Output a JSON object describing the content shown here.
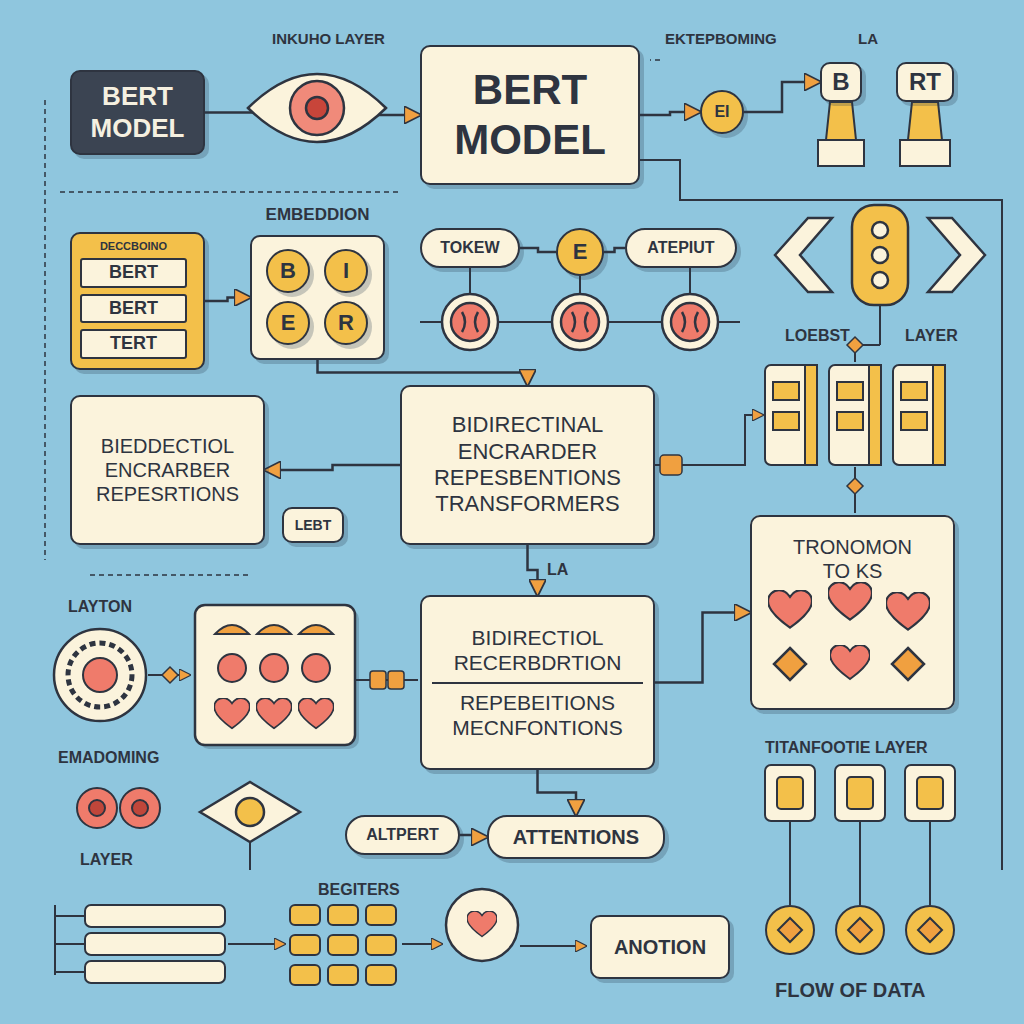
{
  "diagram": {
    "nodes": [
      {
        "text": [
          "BERT MODEL"
        ]
      },
      {
        "text": [
          "BERT MODEL"
        ]
      },
      {
        "text": [
          "EI"
        ]
      },
      {
        "text": [
          "B"
        ]
      },
      {
        "text": [
          "RT"
        ]
      },
      {
        "text": [
          "DECCBOINO",
          "BERT",
          "BERT",
          "TERT"
        ]
      },
      {
        "text": [
          "EMBEDDION"
        ]
      },
      {
        "text": [
          "B"
        ],
        "in": 6
      },
      {
        "text": [
          "I"
        ],
        "in": 6
      },
      {
        "text": [
          "E"
        ],
        "in": 6
      },
      {
        "text": [
          "R"
        ],
        "in": 6
      },
      {
        "text": [
          "TOKEW"
        ]
      },
      {
        "text": [
          "E"
        ]
      },
      {
        "text": [
          "ATEPIUT"
        ]
      },
      {
        "text": [
          "BIEDDECTIOL ENCRARBER REPESRTIONS"
        ]
      },
      {
        "text": [
          "BIDIRECTINAL ENCRARDER REPESBENTIONS TRANSFORMERS"
        ]
      },
      {
        "text": [
          "LEBT"
        ]
      },
      {
        "text": [
          "BIDIRECTIOL RECERBDRTION",
          "REPEBEITIONS MECNFONTIONS"
        ]
      },
      {
        "text": [
          "TRONOMON",
          "TO KS"
        ]
      },
      {
        "text": [
          "ALTPERT"
        ]
      },
      {
        "text": [
          "ATTENTIONS"
        ]
      },
      {
        "text": [
          "ANOTION"
        ]
      }
    ],
    "edges": [
      {
        "from": 0,
        "to": 1,
        "arrow": "to"
      },
      {
        "from": 1,
        "to": 2,
        "arrow": "to"
      },
      {
        "from": 2,
        "to": 3,
        "arrow": "to"
      },
      {
        "from": 5,
        "to": 6,
        "arrow": "to"
      },
      {
        "from": 6,
        "to": 15,
        "arrow": "to"
      },
      {
        "from": 15,
        "to": 14,
        "arrow": "to"
      },
      {
        "from": 15,
        "to": 17,
        "arrow": "to"
      },
      {
        "from": 17,
        "to": 20,
        "arrow": "to"
      },
      {
        "from": 17,
        "to": 18,
        "arrow": "to"
      },
      {
        "from": 11,
        "to": 12,
        "arrow": "none"
      },
      {
        "from": 12,
        "to": 13,
        "arrow": "none"
      },
      {
        "from": 19,
        "to": 20,
        "arrow": "to"
      }
    ],
    "labels": [
      "INKUHO LAYER",
      "EKTEPBOMING",
      "LA",
      "LOEBST",
      "LAYER",
      "LA",
      "LAYTON",
      "EMADOMING",
      "LAYER",
      "TITANFOOTIE LAYER",
      "BEGITERS",
      "FLOW OF DATA"
    ]
  }
}
